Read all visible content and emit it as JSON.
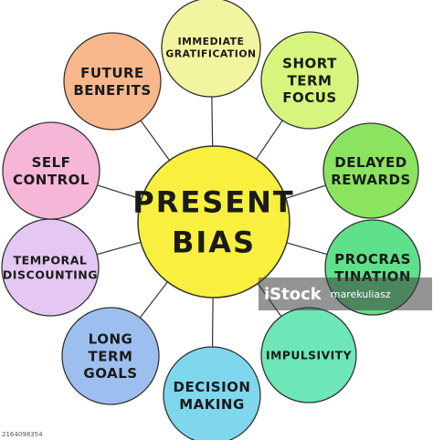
{
  "center": {
    "lines": [
      "PRESENT",
      "BIAS"
    ],
    "color": "#f8ef3e"
  },
  "bubbles": [
    {
      "lines": [
        "IMMEDIATE",
        "GRATIFICATION"
      ],
      "color": "#f1f5a0"
    },
    {
      "lines": [
        "SHORT",
        "TERM",
        "FOCUS"
      ],
      "color": "#d7f57e"
    },
    {
      "lines": [
        "DELAYED",
        "REWARDS"
      ],
      "color": "#8be360"
    },
    {
      "lines": [
        "PROCRAS",
        "TINATION"
      ],
      "color": "#5fe08a"
    },
    {
      "lines": [
        "IMPULSIVITY"
      ],
      "color": "#6de7b8"
    },
    {
      "lines": [
        "DECISION",
        "MAKING"
      ],
      "color": "#7fd7ee"
    },
    {
      "lines": [
        "LONG",
        "TERM",
        "GOALS"
      ],
      "color": "#9dbff0"
    },
    {
      "lines": [
        "TEMPORAL",
        "DISCOUNTING"
      ],
      "color": "#e4c7f3"
    },
    {
      "lines": [
        "SELF",
        "CONTROL"
      ],
      "color": "#f5b6d8"
    },
    {
      "lines": [
        "FUTURE",
        "BENEFITS"
      ],
      "color": "#f8b88b"
    }
  ],
  "watermark": {
    "logo": "iStock",
    "credit": "marekuliasz"
  },
  "stock_id": "2164098354"
}
